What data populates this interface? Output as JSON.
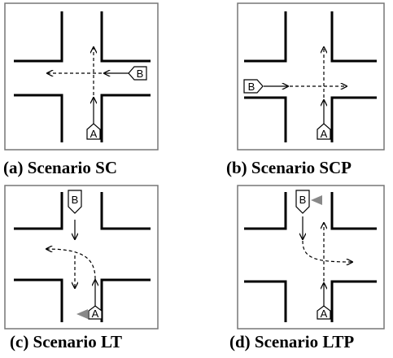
{
  "panels": [
    {
      "id": "a",
      "caption": "(a) Scenario SC",
      "vehicles": [
        {
          "label": "A"
        },
        {
          "label": "B"
        }
      ]
    },
    {
      "id": "b",
      "caption": "(b) Scenario SCP",
      "vehicles": [
        {
          "label": "A"
        },
        {
          "label": "B"
        }
      ]
    },
    {
      "id": "c",
      "caption": "(c) Scenario LT",
      "vehicles": [
        {
          "label": "A"
        },
        {
          "label": "B"
        }
      ]
    },
    {
      "id": "d",
      "caption": "(d) Scenario LTP",
      "vehicles": [
        {
          "label": "A"
        },
        {
          "label": "B"
        }
      ]
    }
  ],
  "colors": {
    "road": "#000000",
    "frame": "#777777",
    "pedestrian": "#888888"
  }
}
